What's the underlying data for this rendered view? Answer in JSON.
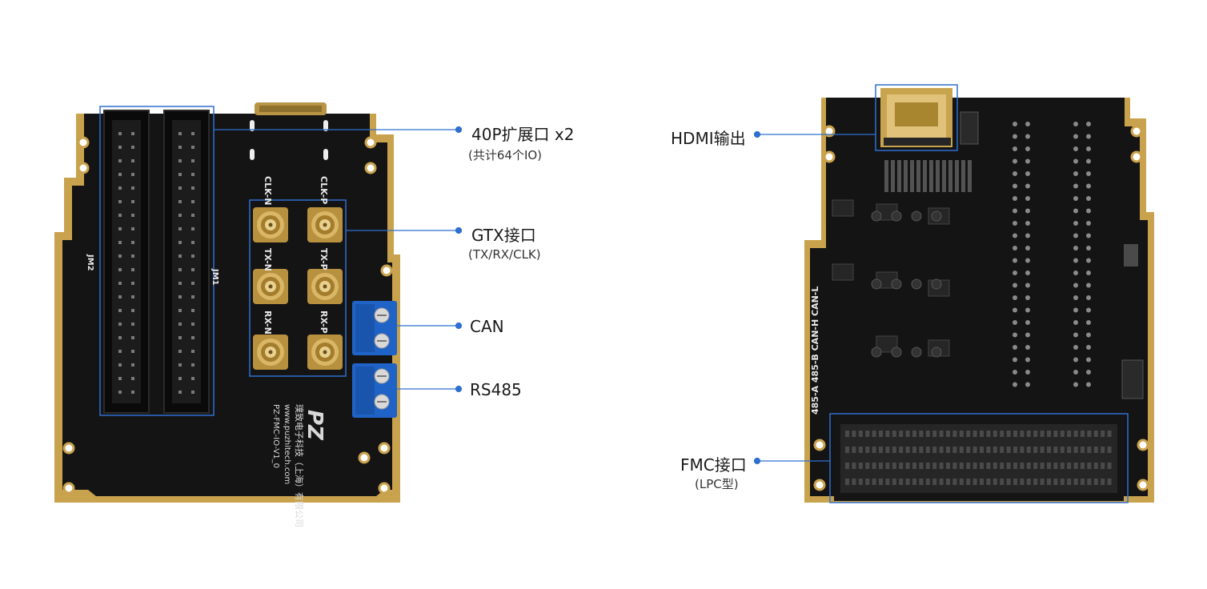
{
  "colors": {
    "accent": "#2f6fd0",
    "pcb": "#141414",
    "gold": "#c9a24d",
    "terminal": "#1f63c7"
  },
  "left_board": {
    "silk": {
      "jm2": "JM2",
      "jm1": "JM1",
      "clk_n": "CLK-N",
      "clk_p": "CLK-P",
      "tx_n": "TX-N",
      "tx_p": "TX-P",
      "rx_n": "RX-N",
      "rx_p": "RX-P",
      "company_cn": "璞致电子科技（上海）有限公司",
      "website": "www.puzhitech.com",
      "model": "PZ-FMC-IO-V1_0",
      "logo": "PZ"
    },
    "callouts": [
      {
        "label": "40P扩展口 x2",
        "sub": "(共计64个IO)"
      },
      {
        "label": "GTX接口",
        "sub": "(TX/RX/CLK)"
      },
      {
        "label": "CAN",
        "sub": ""
      },
      {
        "label": "RS485",
        "sub": ""
      }
    ]
  },
  "right_board": {
    "silk": {
      "bus_label": "485-A 485-B CAN-H CAN-L"
    },
    "callouts": [
      {
        "label": "HDMI输出",
        "sub": ""
      },
      {
        "label": "FMC接口",
        "sub": "(LPC型)"
      }
    ]
  }
}
